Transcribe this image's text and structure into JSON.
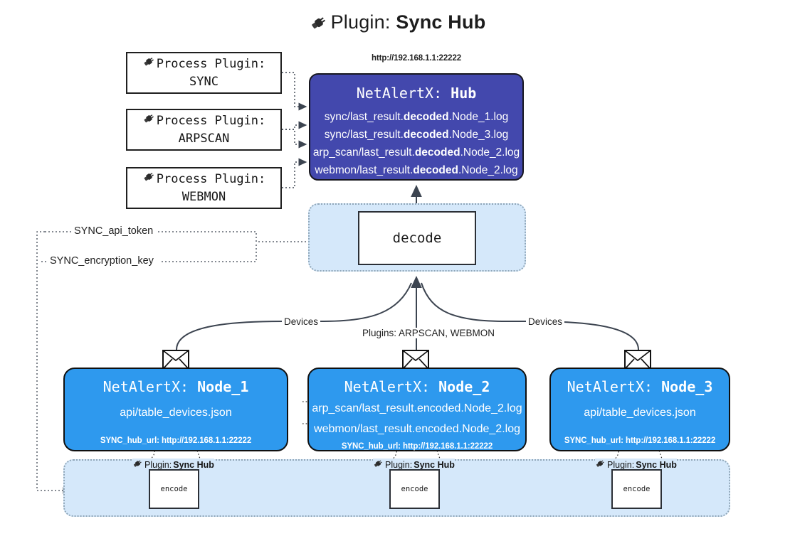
{
  "title": {
    "icon": "plug-icon",
    "prefix": "Plugin:",
    "name": "Sync Hub"
  },
  "process_plugins": [
    {
      "icon": "plug-icon",
      "line1": "Process Plugin:",
      "line2": "SYNC"
    },
    {
      "icon": "plug-icon",
      "line1": "Process Plugin:",
      "line2": "ARPSCAN"
    },
    {
      "icon": "plug-icon",
      "line1": "Process Plugin:",
      "line2": "WEBMON"
    }
  ],
  "hub": {
    "url": "http://192.168.1.1:22222",
    "title_prefix": "NetAlertX:",
    "title_name": "Hub",
    "rows": [
      {
        "pre": "sync/last_result.",
        "em": "decoded",
        "post": ".Node_1.log"
      },
      {
        "pre": "sync/last_result.",
        "em": "decoded",
        "post": ".Node_3.log"
      },
      {
        "pre": "arp_scan/last_result.",
        "em": "decoded",
        "post": ".Node_2.log"
      },
      {
        "pre": "webmon/last_result.",
        "em": "decoded",
        "post": ".Node_2.log"
      }
    ]
  },
  "decode": {
    "label": "decode"
  },
  "params": {
    "api_token": "SYNC_api_token",
    "encryption_key": "SYNC_encryption_key"
  },
  "edges": {
    "devices_left": "Devices",
    "devices_right": "Devices",
    "plugins_center": "Plugins: ARPSCAN, WEBMON"
  },
  "nodes": [
    {
      "title_prefix": "NetAlertX:",
      "title_name": "Node_1",
      "rows": [
        "api/table_devices.json"
      ],
      "url_key": "SYNC_hub_url:",
      "url_value": "http://192.168.1.1:22222",
      "icon": "envelope-icon"
    },
    {
      "title_prefix": "NetAlertX:",
      "title_name": "Node_2",
      "rows": [
        "arp_scan/last_result.encoded.Node_2.log",
        "webmon/last_result.encoded.Node_2.log"
      ],
      "url_key": "SYNC_hub_url:",
      "url_value": "http://192.168.1.1:22222",
      "icon": "envelope-icon"
    },
    {
      "title_prefix": "NetAlertX:",
      "title_name": "Node_3",
      "rows": [
        "api/table_devices.json"
      ],
      "url_key": "SYNC_hub_url:",
      "url_value": "http://192.168.1.1:22222",
      "icon": "envelope-icon"
    }
  ],
  "encode_cells": [
    {
      "plugin_prefix": "Plugin:",
      "plugin_name": "Sync Hub",
      "label": "encode",
      "icon": "plug-icon"
    },
    {
      "plugin_prefix": "Plugin:",
      "plugin_name": "Sync Hub",
      "label": "encode",
      "icon": "plug-icon"
    },
    {
      "plugin_prefix": "Plugin:",
      "plugin_name": "Sync Hub",
      "label": "encode",
      "icon": "plug-icon"
    }
  ],
  "colors": {
    "hub_fill": "#4348ad",
    "node_fill": "#2e99ee",
    "group_fill": "#d5e8fa",
    "line": "#3c4450"
  }
}
